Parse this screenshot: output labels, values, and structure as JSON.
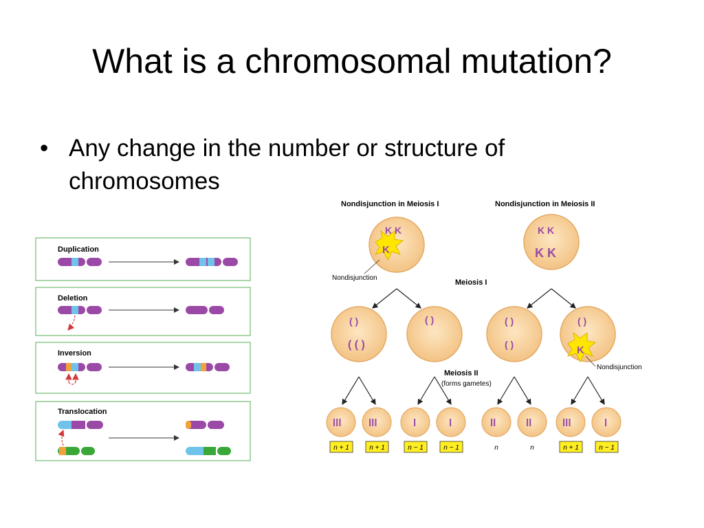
{
  "slide": {
    "title": "What is a chromosomal mutation?",
    "bullet_marker": "•",
    "bullet": "Any change in the number or structure of chromosomes"
  },
  "mutation_types": {
    "duplication": "Duplication",
    "deletion": "Deletion",
    "inversion": "Inversion",
    "translocation": "Translocation"
  },
  "nondisjunction": {
    "header_meiosis_1": "Nondisjunction in Meiosis I",
    "header_meiosis_2": "Nondisjunction in Meiosis II",
    "label_nondisjunction": "Nondisjunction",
    "label_meiosis_1": "Meiosis I",
    "label_meiosis_2": "Meiosis II",
    "label_forms_gametes": "(forms gametes)",
    "gamete_labels": [
      "n + 1",
      "n + 1",
      "n − 1",
      "n − 1",
      "n",
      "n",
      "n + 1",
      "n − 1"
    ]
  },
  "colors": {
    "chromosome": "#9a4aa6",
    "chromosome_light": "#c48bd0",
    "segment_blue": "#6fc3ea",
    "segment_orange": "#f2a23b",
    "chromosome_green": "#3aa838",
    "cell_fill": "#f6d09a",
    "cell_edge": "#e3a965",
    "box_border": "#8ec98e",
    "label_fill": "#ffee22",
    "arrow_red": "#d23a3a",
    "burst": "#ffe600"
  }
}
